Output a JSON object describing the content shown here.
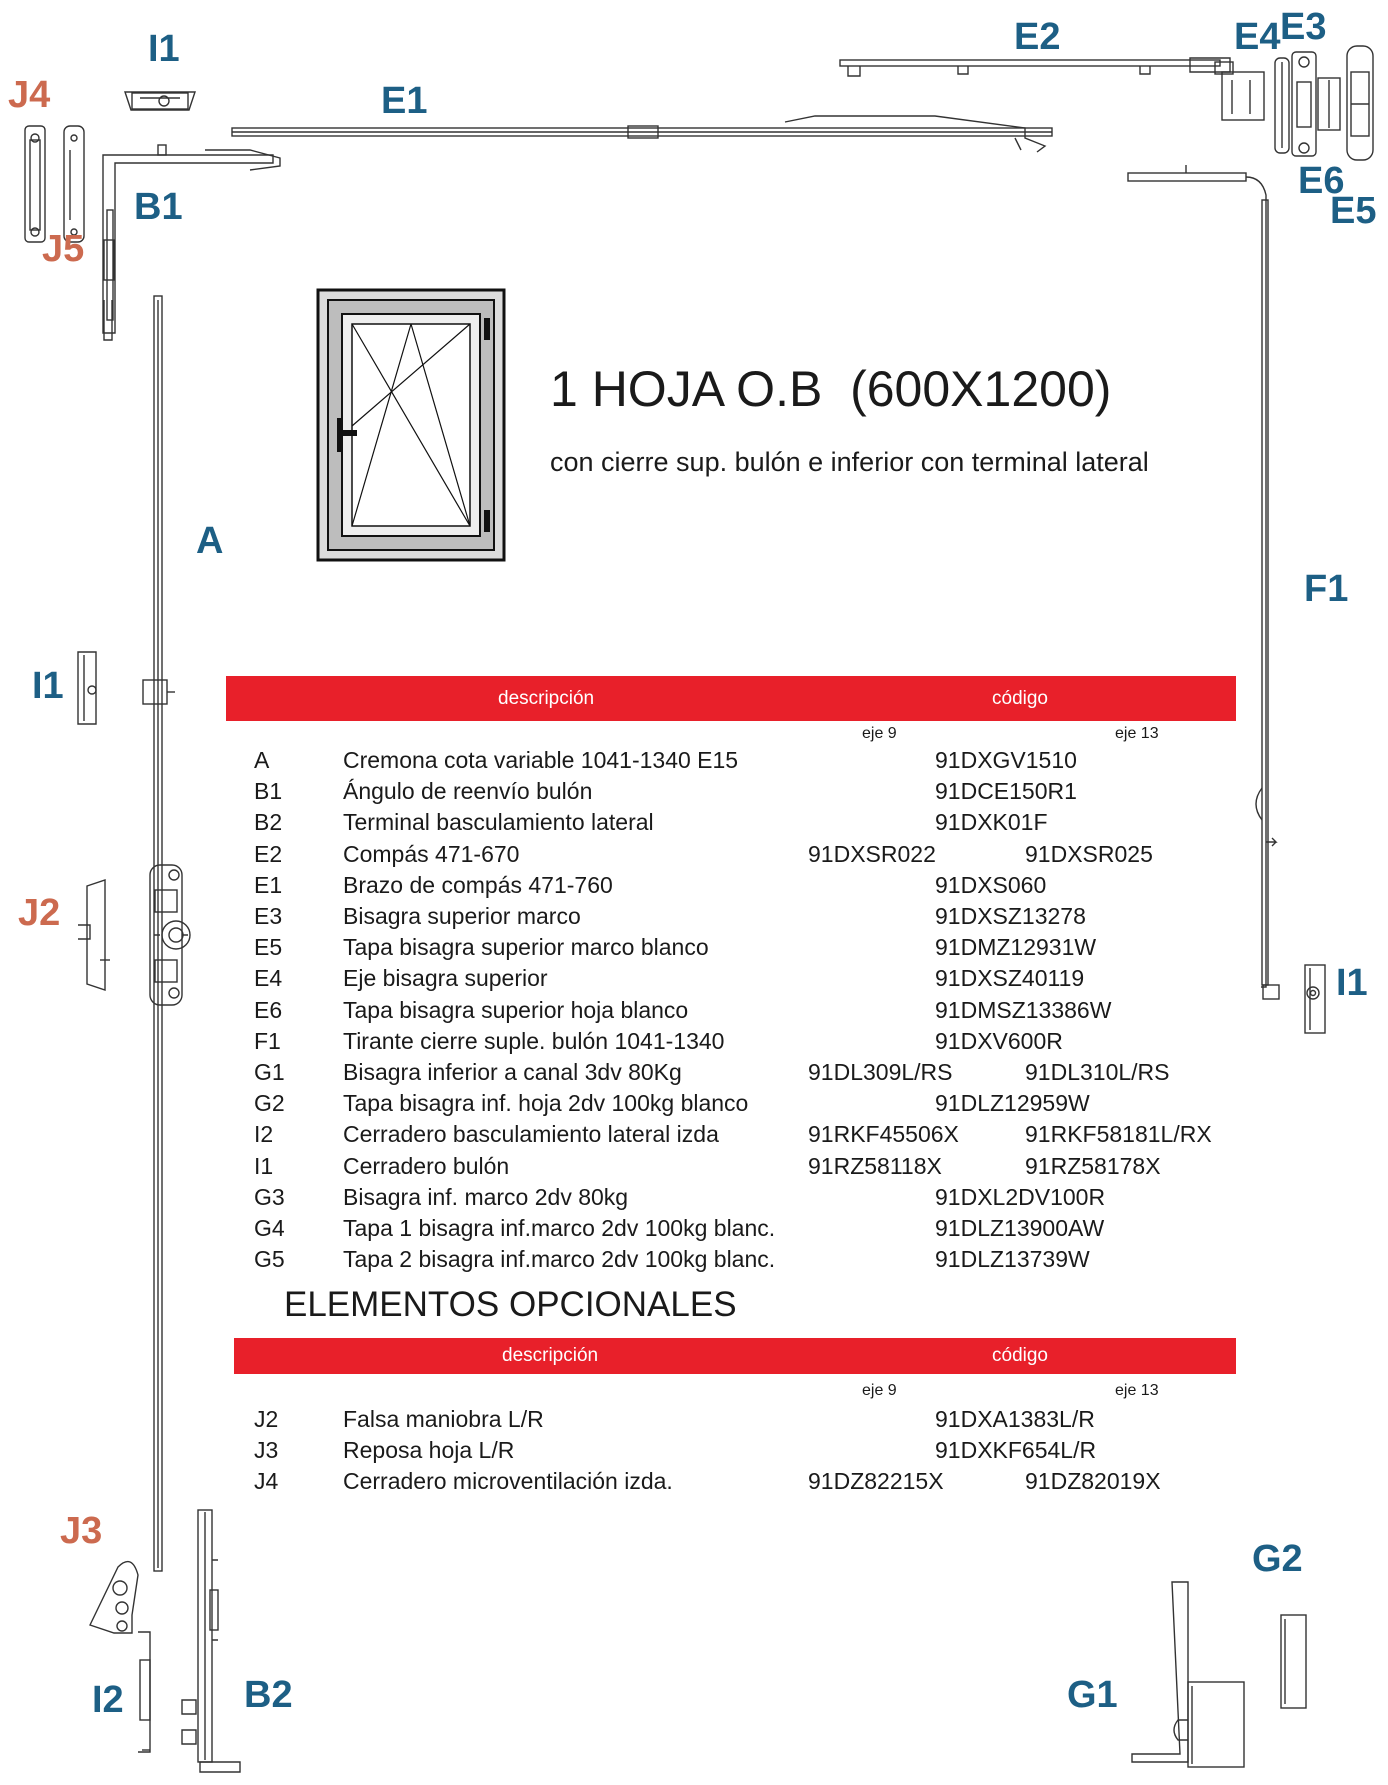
{
  "title": "1 HOJA O.B  (600X1200)",
  "subtitle": "con cierre sup. bulón e inferior con terminal lateral",
  "colors": {
    "label_blue": "#1d5f85",
    "label_orange": "#cc6a4f",
    "bar_red": "#e8202a"
  },
  "labels": {
    "i1_top": "I1",
    "j4": "J4",
    "e1": "E1",
    "e2": "E2",
    "e4": "E4",
    "e3": "E3",
    "b1": "B1",
    "j5": "J5",
    "e6": "E6",
    "e5": "E5",
    "a": "A",
    "f1": "F1",
    "i1_left": "I1",
    "j2": "J2",
    "i1_right": "I1",
    "j3": "J3",
    "g2": "G2",
    "i2": "I2",
    "b2": "B2",
    "g1": "G1"
  },
  "table": {
    "header_desc": "descripción",
    "header_code": "código",
    "eje9": "eje 9",
    "eje13": "eje 13",
    "rows": [
      {
        "code": "A",
        "desc": "Cremona cota variable 1041-1340 E15",
        "single": "91DXGV1510"
      },
      {
        "code": "B1",
        "desc": "Ángulo de reenvío bulón",
        "single": "91DCE150R1"
      },
      {
        "code": "B2",
        "desc": "Terminal basculamiento lateral",
        "single": "91DXK01F"
      },
      {
        "code": "E2",
        "desc": "Compás 471-670",
        "e9": "91DXSR022",
        "e13": "91DXSR025"
      },
      {
        "code": "E1",
        "desc": "Brazo de compás 471-760",
        "single": "91DXS060"
      },
      {
        "code": "E3",
        "desc": "Bisagra superior marco",
        "single": "91DXSZ13278"
      },
      {
        "code": "E5",
        "desc": "Tapa bisagra superior marco blanco",
        "single": "91DMZ12931W"
      },
      {
        "code": "E4",
        "desc": "Eje bisagra superior",
        "single": "91DXSZ40119"
      },
      {
        "code": "E6",
        "desc": "Tapa bisagra superior hoja blanco",
        "single": "91DMSZ13386W"
      },
      {
        "code": "F1",
        "desc": "Tirante cierre suple. bulón 1041-1340",
        "single": "91DXV600R"
      },
      {
        "code": "G1",
        "desc": "Bisagra inferior a canal 3dv 80Kg",
        "e9": "91DL309L/RS",
        "e13": "91DL310L/RS"
      },
      {
        "code": "G2",
        "desc": "Tapa bisagra inf. hoja 2dv 100kg blanco",
        "single": "91DLZ12959W"
      },
      {
        "code": "I2",
        "desc": "Cerradero basculamiento lateral izda",
        "e9": "91RKF45506X",
        "e13": "91RKF58181L/RX"
      },
      {
        "code": "I1",
        "desc": "Cerradero bulón",
        "e9": "91RZ58118X",
        "e13": "91RZ58178X"
      },
      {
        "code": "G3",
        "desc": "Bisagra inf. marco 2dv 80kg",
        "single": "91DXL2DV100R"
      },
      {
        "code": "G4",
        "desc": "Tapa 1 bisagra inf.marco 2dv 100kg blanc.",
        "single": "91DLZ13900AW"
      },
      {
        "code": "G5",
        "desc": "Tapa 2 bisagra inf.marco 2dv 100kg blanc.",
        "single": "91DLZ13739W"
      }
    ]
  },
  "optional": {
    "heading": "ELEMENTOS OPCIONALES",
    "header_desc": "descripción",
    "header_code": "código",
    "eje9": "eje 9",
    "eje13": "eje 13",
    "rows": [
      {
        "code": "J2",
        "desc": "Falsa maniobra L/R",
        "single": "91DXA1383L/R"
      },
      {
        "code": "J3",
        "desc": "Reposa hoja L/R",
        "single": "91DXKF654L/R"
      },
      {
        "code": "J4",
        "desc": "Cerradero microventilación izda.",
        "e9": "91DZ82215X",
        "e13": "91DZ82019X"
      }
    ]
  }
}
